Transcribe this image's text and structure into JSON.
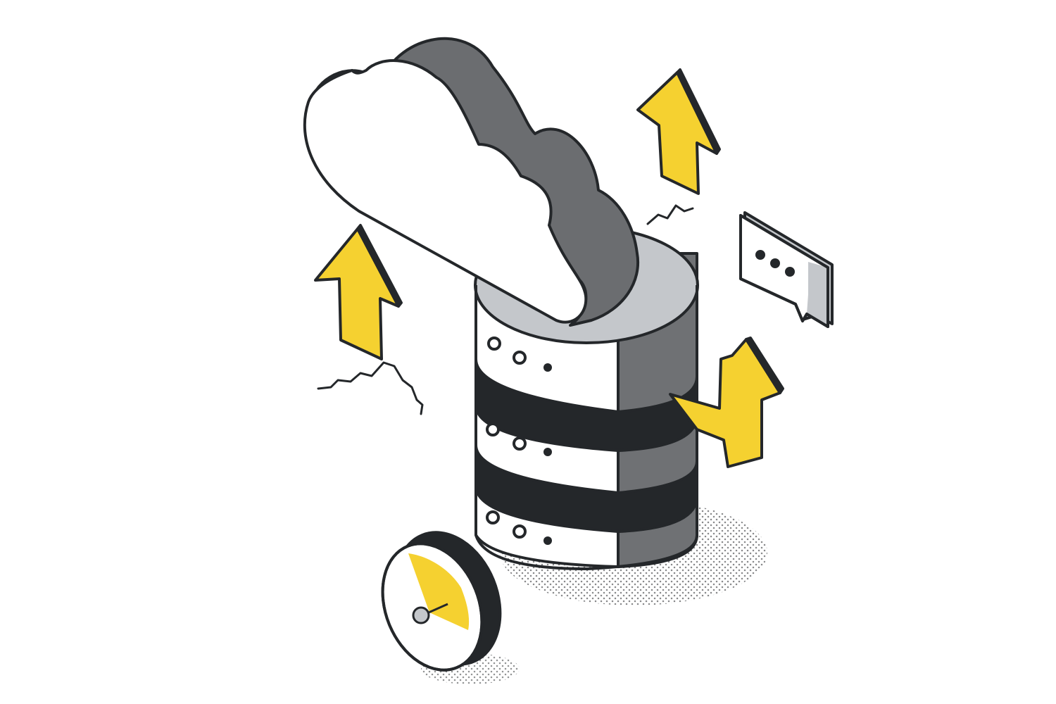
{
  "illustration": {
    "subjects": [
      "cloud-icon",
      "database-icon",
      "upload-arrow-icon",
      "chat-bubble-icon",
      "gauge-icon",
      "crack-line-icon"
    ],
    "speech_bubble": {
      "dots": 3
    },
    "server_units": [
      {
        "indicators": 3
      },
      {
        "indicators": 3
      },
      {
        "indicators": 3
      }
    ],
    "gauge": {
      "level": 0.35
    },
    "colors": {
      "yellow": "#f5d130",
      "outline": "#24272a",
      "cloud_side": "#6b6d70",
      "cylinder_top": "#c4c7cb",
      "cylinder_side": "#6f7174",
      "white": "#ffffff"
    }
  }
}
